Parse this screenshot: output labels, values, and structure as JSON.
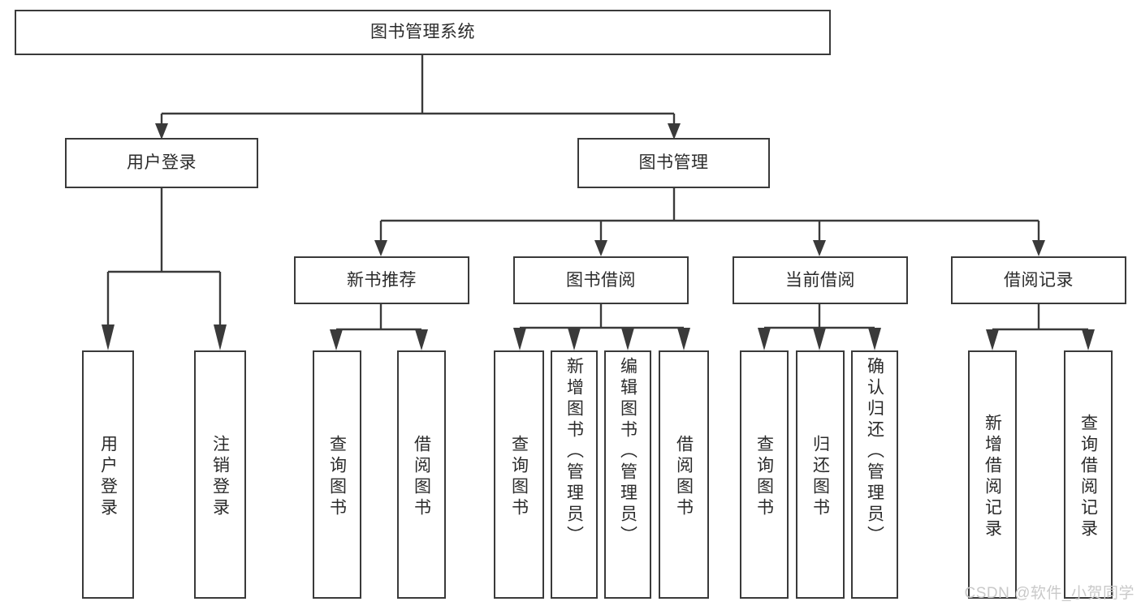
{
  "diagram": {
    "type": "tree-hierarchy",
    "title": "图书管理系统",
    "watermark": "CSDN @软件_小贺同学",
    "colors": {
      "stroke": "#3a3a3a",
      "box_fill": "#ffffff",
      "text": "#2b2b2b",
      "background": "#ffffff",
      "watermark": "#c9c9c9"
    },
    "root": {
      "id": "root",
      "label": "图书管理系统",
      "orientation": "horizontal"
    },
    "level2": [
      {
        "id": "user-login",
        "label": "用户登录",
        "orientation": "horizontal"
      },
      {
        "id": "book-manage",
        "label": "图书管理",
        "orientation": "horizontal"
      }
    ],
    "level3": [
      {
        "id": "new-book-recommend",
        "label": "新书推荐",
        "orientation": "horizontal",
        "parent": "book-manage"
      },
      {
        "id": "book-borrow",
        "label": "图书借阅",
        "orientation": "horizontal",
        "parent": "book-manage"
      },
      {
        "id": "current-borrow",
        "label": "当前借阅",
        "orientation": "horizontal",
        "parent": "book-manage"
      },
      {
        "id": "borrow-record",
        "label": "借阅记录",
        "orientation": "horizontal",
        "parent": "book-manage"
      }
    ],
    "leaves": [
      {
        "id": "leaf-user-login",
        "label": "用户登录",
        "parent": "user-login"
      },
      {
        "id": "leaf-user-logout",
        "label": "注销登录",
        "parent": "user-login"
      },
      {
        "id": "leaf-query-book-1",
        "label": "查询图书",
        "parent": "new-book-recommend"
      },
      {
        "id": "leaf-borrow-book-1",
        "label": "借阅图书",
        "parent": "new-book-recommend"
      },
      {
        "id": "leaf-query-book-2",
        "label": "查询图书",
        "parent": "book-borrow"
      },
      {
        "id": "leaf-add-book",
        "label": "新增图书（管理员）",
        "parent": "book-borrow"
      },
      {
        "id": "leaf-edit-book",
        "label": "编辑图书（管理员）",
        "parent": "book-borrow"
      },
      {
        "id": "leaf-borrow-book-2",
        "label": "借阅图书",
        "parent": "book-borrow"
      },
      {
        "id": "leaf-query-book-3",
        "label": "查询图书",
        "parent": "current-borrow"
      },
      {
        "id": "leaf-return-book",
        "label": "归还图书",
        "parent": "current-borrow"
      },
      {
        "id": "leaf-confirm-return",
        "label": "确认归还（管理员）",
        "parent": "current-borrow"
      },
      {
        "id": "leaf-add-record",
        "label": "新增借阅记录",
        "parent": "borrow-record"
      },
      {
        "id": "leaf-query-record",
        "label": "查询借阅记录",
        "parent": "borrow-record"
      }
    ]
  }
}
